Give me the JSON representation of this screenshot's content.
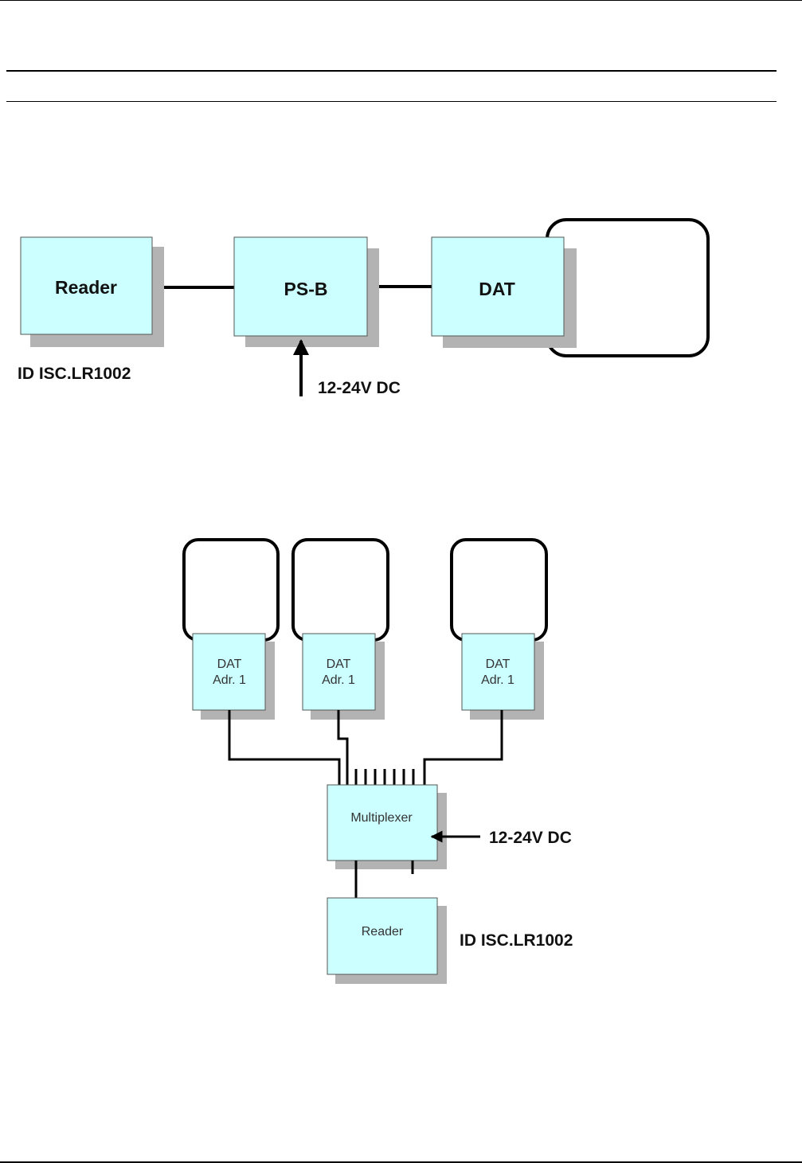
{
  "diagram1": {
    "reader_label": "Reader",
    "psb_label": "PS-B",
    "dat_label": "DAT",
    "reader_caption": "ID ISC.LR1002",
    "power_caption": "12-24V DC"
  },
  "diagram2": {
    "dat_units": [
      {
        "line1": "DAT",
        "line2": "Adr. 1"
      },
      {
        "line1": "DAT",
        "line2": "Adr. 1"
      },
      {
        "line1": "DAT",
        "line2": "Adr. 1"
      }
    ],
    "multiplexer_label": "Multiplexer",
    "reader_label": "Reader",
    "power_caption": "12-24V DC",
    "reader_caption": "ID ISC.LR1002"
  },
  "colors": {
    "box_fill": "#ccffff",
    "shadow": "#b3b3b3",
    "line": "#000000"
  }
}
